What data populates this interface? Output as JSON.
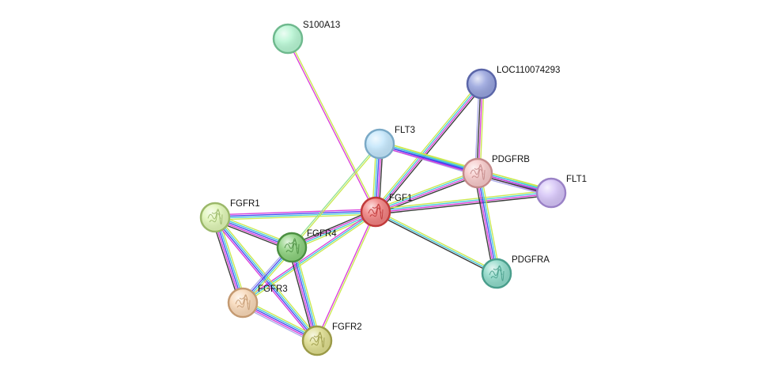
{
  "nodes": [
    {
      "id": "FGF1",
      "label": "FGF1",
      "color": "#f08080",
      "stroke": "#c03a3a",
      "icon": "protein-structure-icon"
    },
    {
      "id": "S100A13",
      "label": "S100A13",
      "color": "#b6f5d2",
      "stroke": "#6fb98e",
      "icon": ""
    },
    {
      "id": "LOC110074293",
      "label": "LOC110074293",
      "color": "#97a3dd",
      "stroke": "#5b66a8",
      "icon": ""
    },
    {
      "id": "FLT3",
      "label": "FLT3",
      "color": "#c3e6fb",
      "stroke": "#7aa9c6",
      "icon": ""
    },
    {
      "id": "PDGFRB",
      "label": "PDGFRB",
      "color": "#f6c9c9",
      "stroke": "#c48a8a",
      "icon": "protein-structure-icon"
    },
    {
      "id": "FLT1",
      "label": "FLT1",
      "color": "#d5c4f7",
      "stroke": "#9a82c6",
      "icon": ""
    },
    {
      "id": "FGFR1",
      "label": "FGFR1",
      "color": "#dff5b6",
      "stroke": "#9bb86a",
      "icon": "protein-structure-icon"
    },
    {
      "id": "FGFR4",
      "label": "FGFR4",
      "color": "#8bd07c",
      "stroke": "#4c8f42",
      "icon": "protein-structure-icon"
    },
    {
      "id": "FGFR3",
      "label": "FGFR3",
      "color": "#f8d8b8",
      "stroke": "#c49a72",
      "icon": "protein-structure-icon"
    },
    {
      "id": "FGFR2",
      "label": "FGFR2",
      "color": "#dedd8f",
      "stroke": "#9b9a48",
      "icon": "protein-structure-icon"
    },
    {
      "id": "PDGFRA",
      "label": "PDGFRA",
      "color": "#8ed9c8",
      "stroke": "#4a9e8c",
      "icon": "protein-structure-icon"
    }
  ],
  "edge_colors": {
    "yellow": "#c8e84a",
    "magenta": "#d838d8",
    "blue": "#4040f0",
    "cyan": "#40c8d8",
    "black": "#303030",
    "lightgreen": "#90e090",
    "lavender": "#a8a8e8"
  },
  "edges": [
    {
      "source": "S100A13",
      "target": "FGF1",
      "colors": [
        "yellow",
        "magenta"
      ]
    },
    {
      "source": "FGF1",
      "target": "FLT3",
      "colors": [
        "yellow",
        "cyan",
        "blue",
        "magenta",
        "black"
      ]
    },
    {
      "source": "FGF1",
      "target": "LOC110074293",
      "colors": [
        "yellow",
        "cyan",
        "magenta",
        "black"
      ]
    },
    {
      "source": "FGF1",
      "target": "PDGFRB",
      "colors": [
        "yellow",
        "cyan",
        "magenta",
        "black"
      ]
    },
    {
      "source": "FGF1",
      "target": "FLT1",
      "colors": [
        "yellow",
        "cyan",
        "magenta",
        "black"
      ]
    },
    {
      "source": "FGF1",
      "target": "PDGFRA",
      "colors": [
        "yellow",
        "cyan",
        "black"
      ]
    },
    {
      "source": "FGF1",
      "target": "FGFR1",
      "colors": [
        "yellow",
        "cyan",
        "blue",
        "magenta"
      ]
    },
    {
      "source": "FGF1",
      "target": "FGFR4",
      "colors": [
        "yellow",
        "cyan",
        "magenta",
        "black"
      ]
    },
    {
      "source": "FGF1",
      "target": "FGFR3",
      "colors": [
        "yellow",
        "cyan",
        "magenta"
      ]
    },
    {
      "source": "FGF1",
      "target": "FGFR2",
      "colors": [
        "yellow",
        "magenta"
      ]
    },
    {
      "source": "FLT3",
      "target": "PDGFRB",
      "colors": [
        "yellow",
        "cyan",
        "blue",
        "lavender"
      ]
    },
    {
      "source": "FLT3",
      "target": "FLT1",
      "colors": [
        "yellow",
        "cyan",
        "blue",
        "magenta"
      ]
    },
    {
      "source": "FLT3",
      "target": "FGFR4",
      "colors": [
        "yellow",
        "lightgreen"
      ]
    },
    {
      "source": "LOC110074293",
      "target": "PDGFRB",
      "colors": [
        "yellow",
        "magenta",
        "black",
        "lavender"
      ]
    },
    {
      "source": "PDGFRB",
      "target": "FLT1",
      "colors": [
        "yellow",
        "cyan",
        "magenta",
        "black",
        "lavender"
      ]
    },
    {
      "source": "PDGFRB",
      "target": "PDGFRA",
      "colors": [
        "yellow",
        "cyan",
        "blue",
        "magenta",
        "black"
      ]
    },
    {
      "source": "FGFR1",
      "target": "FGFR4",
      "colors": [
        "yellow",
        "cyan",
        "blue",
        "magenta",
        "black"
      ]
    },
    {
      "source": "FGFR1",
      "target": "FGFR3",
      "colors": [
        "yellow",
        "cyan",
        "blue",
        "magenta",
        "black"
      ]
    },
    {
      "source": "FGFR1",
      "target": "FGFR2",
      "colors": [
        "yellow",
        "cyan",
        "blue",
        "magenta"
      ]
    },
    {
      "source": "FGFR4",
      "target": "FGFR3",
      "colors": [
        "yellow",
        "cyan",
        "blue",
        "lavender"
      ]
    },
    {
      "source": "FGFR4",
      "target": "FGFR2",
      "colors": [
        "yellow",
        "cyan",
        "blue",
        "magenta",
        "black"
      ]
    },
    {
      "source": "FGFR3",
      "target": "FGFR2",
      "colors": [
        "yellow",
        "cyan",
        "blue",
        "magenta",
        "lavender"
      ]
    }
  ]
}
